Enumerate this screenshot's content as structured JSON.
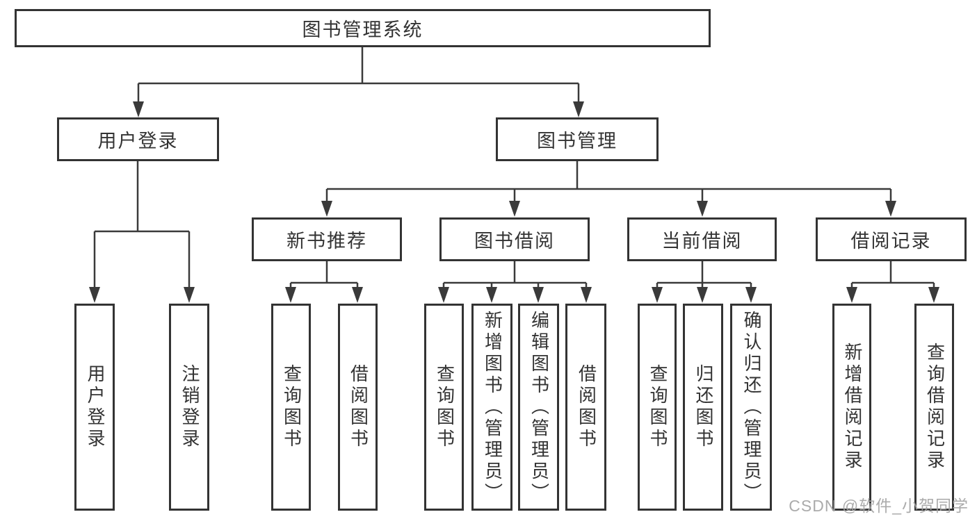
{
  "diagram": {
    "title": "图书管理系统",
    "branches": [
      {
        "label": "用户登录",
        "children": [
          {
            "label": "用户登录"
          },
          {
            "label": "注销登录"
          }
        ]
      },
      {
        "label": "图书管理",
        "children": [
          {
            "label": "新书推荐",
            "children": [
              {
                "label": "查询图书"
              },
              {
                "label": "借阅图书"
              }
            ]
          },
          {
            "label": "图书借阅",
            "children": [
              {
                "label": "查询图书"
              },
              {
                "label": "新增图书（管理员）"
              },
              {
                "label": "编辑图书（管理员）"
              },
              {
                "label": "借阅图书"
              }
            ]
          },
          {
            "label": "当前借阅",
            "children": [
              {
                "label": "查询图书"
              },
              {
                "label": "归还图书"
              },
              {
                "label": "确认归还（管理员）"
              }
            ]
          },
          {
            "label": "借阅记录",
            "children": [
              {
                "label": "新增借阅记录"
              },
              {
                "label": "查询借阅记录"
              }
            ]
          }
        ]
      }
    ]
  },
  "watermark": {
    "text": "CSDN @软件_小贺同学"
  },
  "colors": {
    "line": "#3a3a3a",
    "box_border": "#333333",
    "text": "#333333",
    "watermark": "#a4a4a4",
    "background": "#ffffff"
  }
}
